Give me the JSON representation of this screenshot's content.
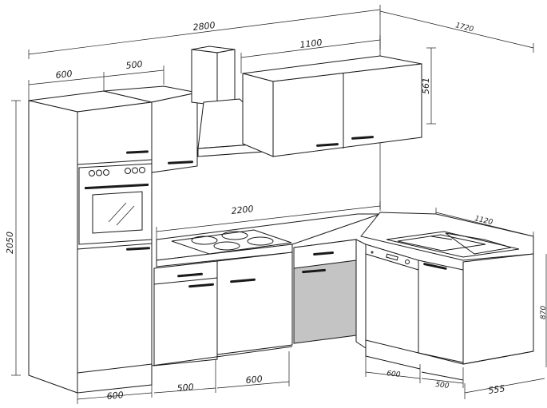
{
  "dimensions": {
    "total_width": "2800",
    "depth_right": "1720",
    "tall_unit_width": "600",
    "upper_unit_width": "500",
    "wall_cabinets_width": "1100",
    "wall_cabinets_height": "561",
    "worktop_length": "2200",
    "side_worktop_length": "1120",
    "total_height": "2050",
    "side_height": "870",
    "base_bottom_600_left": "600",
    "base_bottom_500": "500",
    "base_bottom_600_mid": "600",
    "dishwasher_width": "600",
    "corner_base_width": "500",
    "right_depth": "555"
  }
}
